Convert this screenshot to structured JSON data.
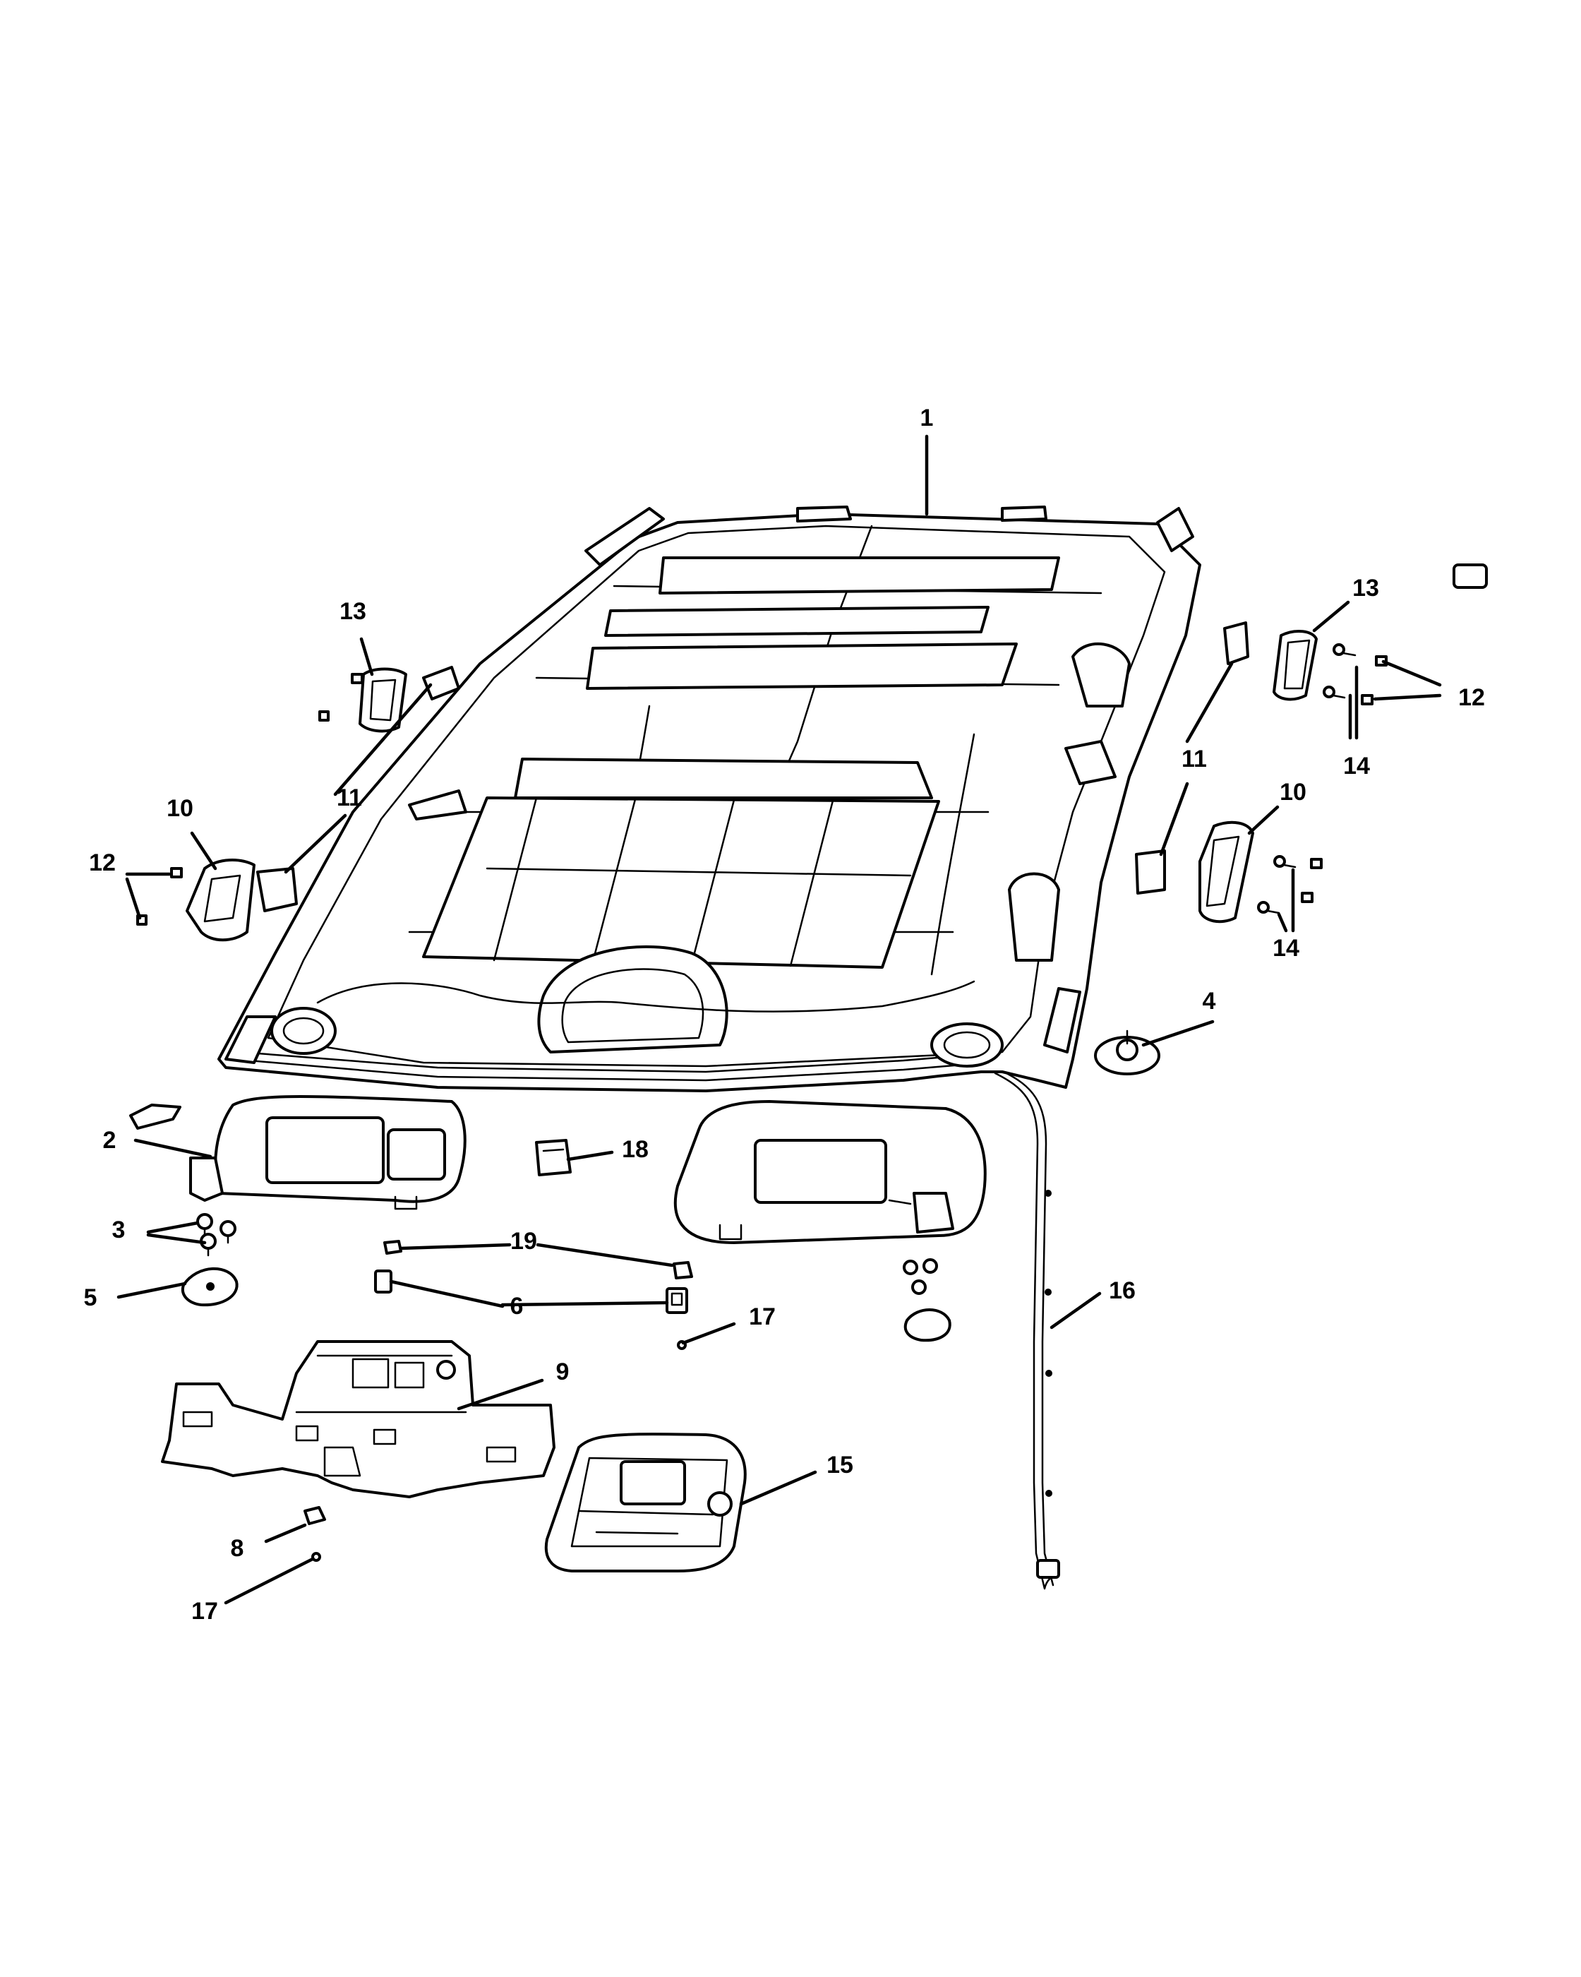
{
  "callouts": {
    "c1": "1",
    "c2": "2",
    "c3": "3",
    "c4": "4",
    "c5": "5",
    "c6": "6",
    "c8": "8",
    "c9": "9",
    "c10_left": "10",
    "c10_right": "10",
    "c11_left": "11",
    "c11_right": "11",
    "c12_left": "12",
    "c12_right": "12",
    "c13_left": "13",
    "c13_right": "13",
    "c14_upper": "14",
    "c14_lower": "14",
    "c15": "15",
    "c16": "16",
    "c17_upper": "17",
    "c17_lower": "17",
    "c18": "18",
    "c19": "19"
  }
}
